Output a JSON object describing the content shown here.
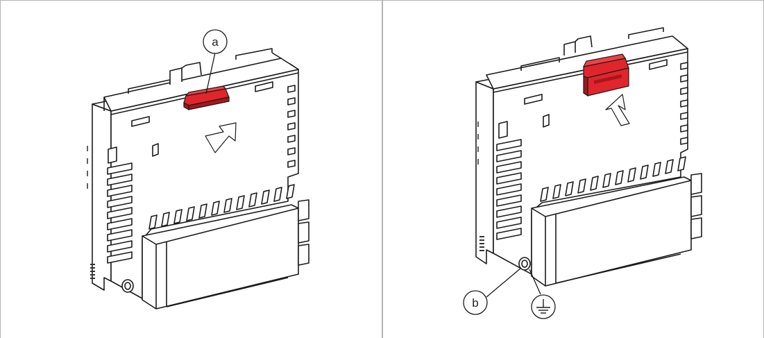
{
  "diagram": {
    "panels": [
      {
        "id": "left",
        "callouts": [
          {
            "label": "a"
          }
        ],
        "latch_state": "pressed-down"
      },
      {
        "id": "right",
        "callouts": [
          {
            "label": "b"
          }
        ],
        "latch_state": "pushed-up",
        "ground_symbol": true
      }
    ],
    "colors": {
      "latch": "#e0262c",
      "latch_shade": "#a8161b",
      "outline": "#1a1a1a",
      "frame": "#b3b3b3"
    }
  }
}
